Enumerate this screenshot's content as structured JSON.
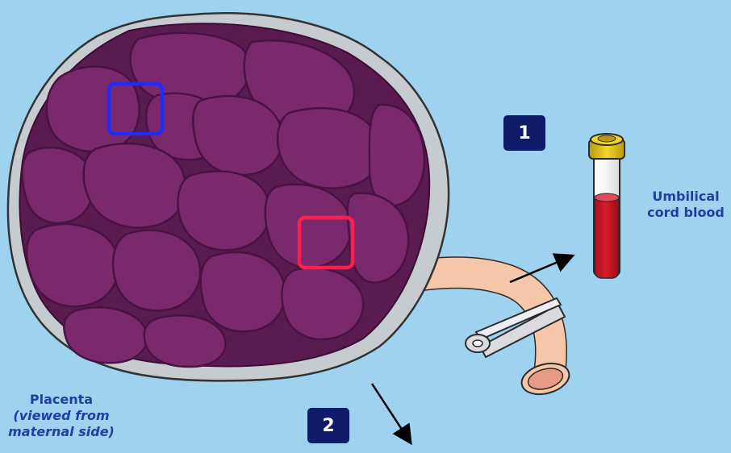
{
  "badges": {
    "one": "1",
    "two": "2"
  },
  "labels": {
    "cord_blood_line1": "Umbilical",
    "cord_blood_line2": "cord blood",
    "placenta_line1": "Placenta",
    "placenta_line2": "(viewed from",
    "placenta_line3": "maternal side)"
  },
  "colors": {
    "background": "#9fd2ee",
    "badge": "#0f1a6b",
    "label_text": "#1f3fa6",
    "lobe_fill": "#7a2a6c",
    "membrane": "#c6cbcf",
    "blue_box": "#1f2cff",
    "red_box": "#ff1f4a",
    "blood": "#c01422",
    "tube_cap": "#e3c21a",
    "cord": "#f5c6a8"
  }
}
